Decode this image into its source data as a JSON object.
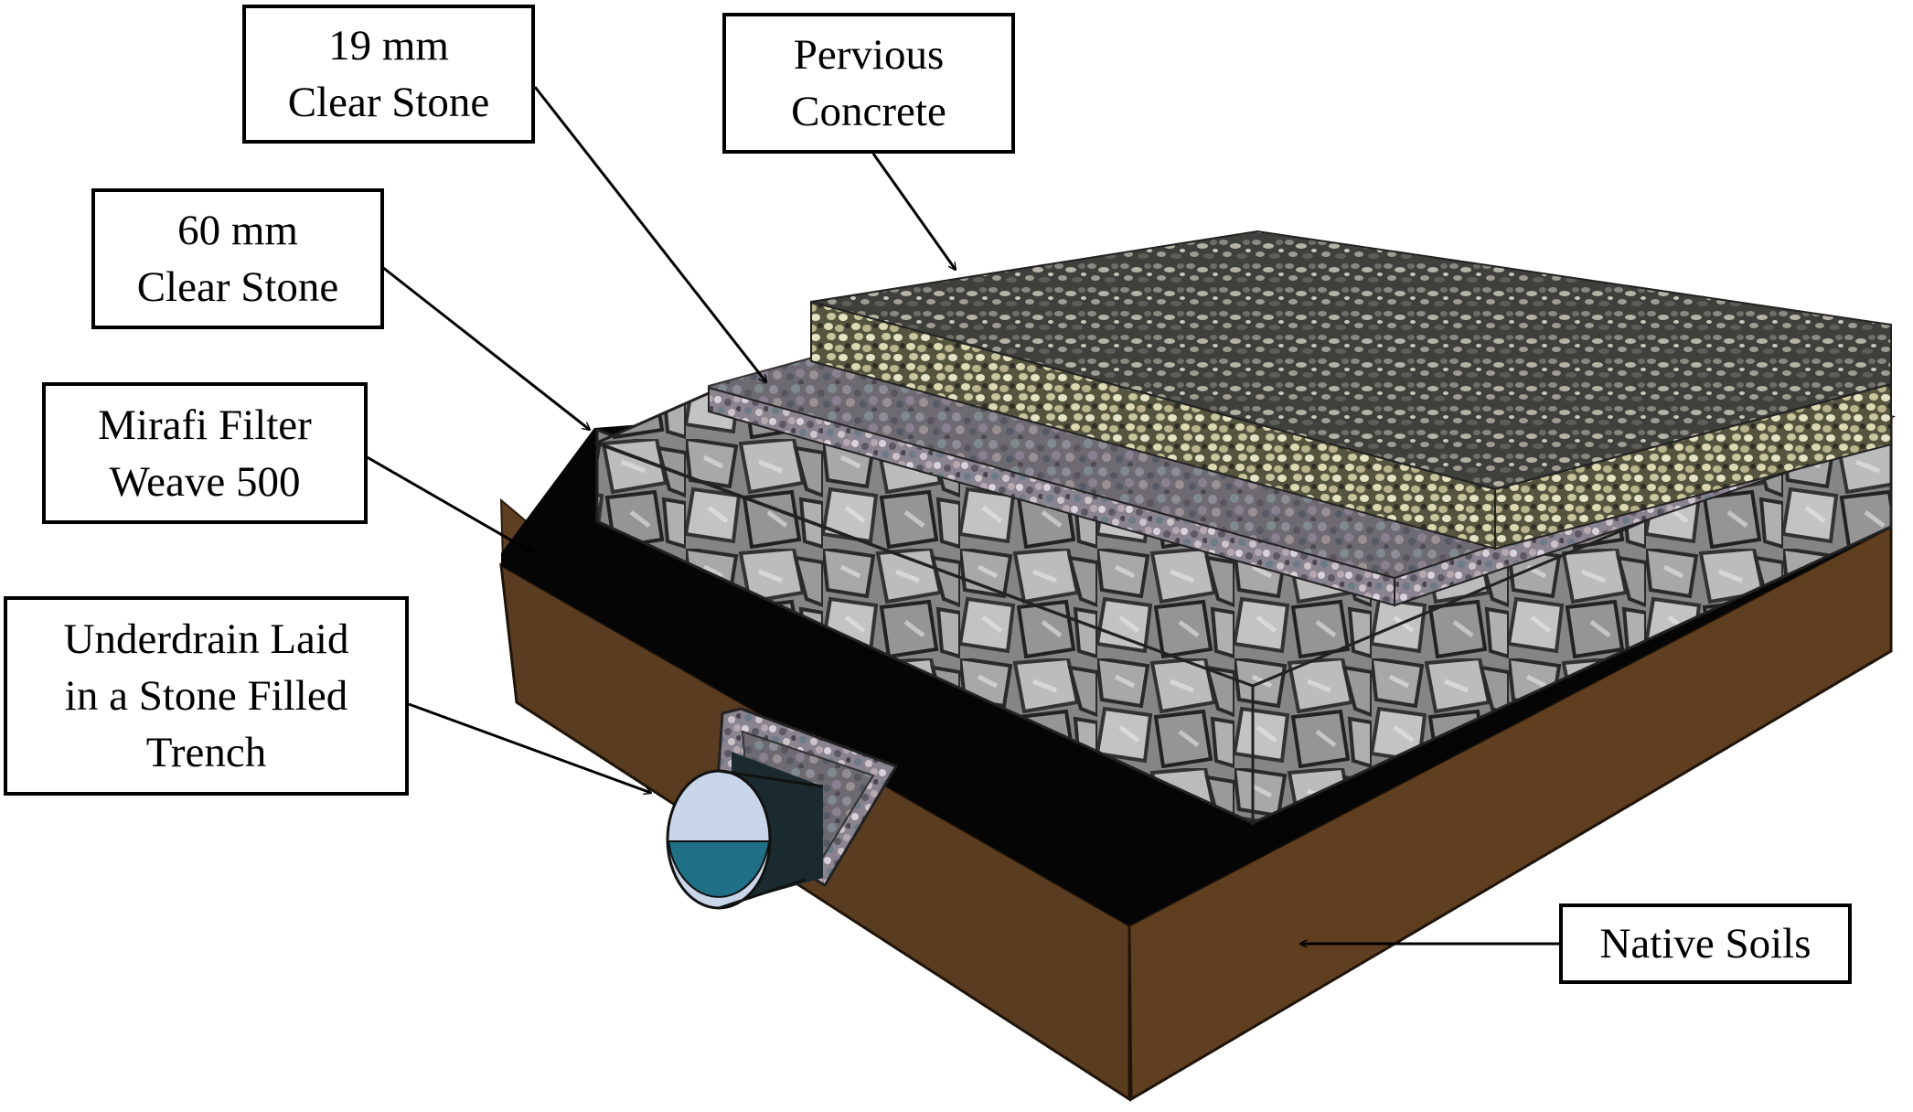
{
  "labels": {
    "stone_19": {
      "line1": "19 mm",
      "line2": "Clear Stone"
    },
    "pervious_concrete": {
      "line1": "Pervious",
      "line2": "Concrete"
    },
    "stone_60": {
      "line1": "60 mm",
      "line2": "Clear Stone"
    },
    "mirafi": {
      "line1": "Mirafi Filter",
      "line2": "Weave 500"
    },
    "underdrain": {
      "line1": "Underdrain Laid",
      "line2": "in a Stone Filled",
      "line3": "Trench"
    },
    "native_soils": {
      "line1": "Native Soils"
    }
  },
  "colors": {
    "soil_front": "#5e3f22",
    "soil_side": "#4f3219",
    "filter_fabric": "#050505",
    "stone_60_base": "#8a8a8a",
    "stone_19_base": "#6f6a70",
    "concrete_base": "#4e4e4a",
    "pipe_outer": "#1b2a2e",
    "pipe_water": "#1f6f86",
    "pipe_inner": "#c9d6ea"
  }
}
